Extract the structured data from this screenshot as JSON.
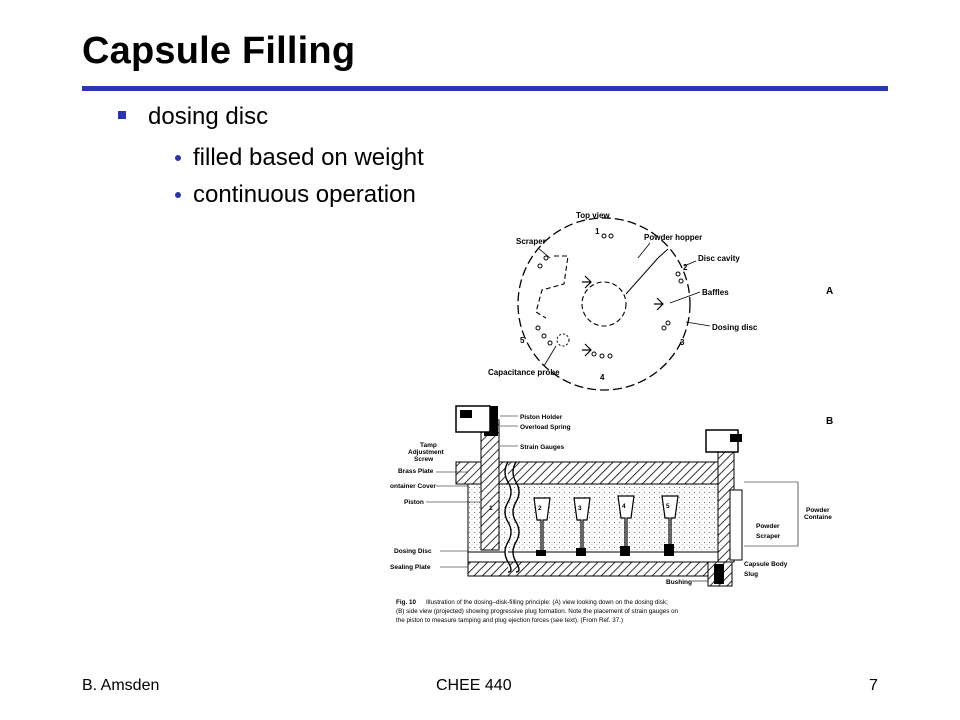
{
  "slide": {
    "title": "Capsule Filling",
    "bullet_level1": "dosing disc",
    "bullets_level2": [
      "filled based on weight",
      "continuous operation"
    ],
    "accent_color": "#2a35b4"
  },
  "figure": {
    "top_view_label": "Top view",
    "panel_a": "A",
    "panel_b": "B",
    "top_labels": {
      "scraper": "Scraper",
      "powder_hopper": "Powder hopper",
      "disc_cavity": "Disc cavity",
      "baffles": "Baffles",
      "dosing_disc": "Dosing disc",
      "capacitance_probe": "Capacitance probe",
      "n1": "1",
      "n2": "2",
      "n3": "3",
      "n4": "4",
      "n5": "5"
    },
    "side_labels": {
      "piston_holder": "Piston Holder",
      "overload_spring": "Overload Spring",
      "strain_gauges": "Strain Gauges",
      "tamp_adjust_1": "Tamp",
      "tamp_adjust_2": "Adjustment",
      "tamp_adjust_3": "Screw",
      "brass_plate": "Brass Plate",
      "container_cover": "ontainer Cover",
      "piston": "Piston",
      "dosing_disc": "Dosing Disc",
      "sealing_plate": "Sealing Plate",
      "powder_container_1": "Powder",
      "powder_container_2": "Containe",
      "powder": "Powder",
      "scraper": "Scraper",
      "capsule_body": "Capsule Body",
      "slug": "Slug",
      "bushing": "Bushing",
      "s1": "1",
      "s2": "2",
      "s3": "3",
      "s4": "4",
      "s5": "5"
    },
    "caption_lead": "Fig. 10",
    "caption_line1": "Illustration of the dosing–disk-filling principle: (A) view looking down on the dosing disk;",
    "caption_line2": "(B) side view (projected) showing progressive plug formation. Note the placement of strain gauges on",
    "caption_line3": "the piston to measure tamping and plug ejection forces (see text). (From Ref. 37.)"
  },
  "footer": {
    "author": "B. Amsden",
    "course": "CHEE 440",
    "page": "7"
  }
}
